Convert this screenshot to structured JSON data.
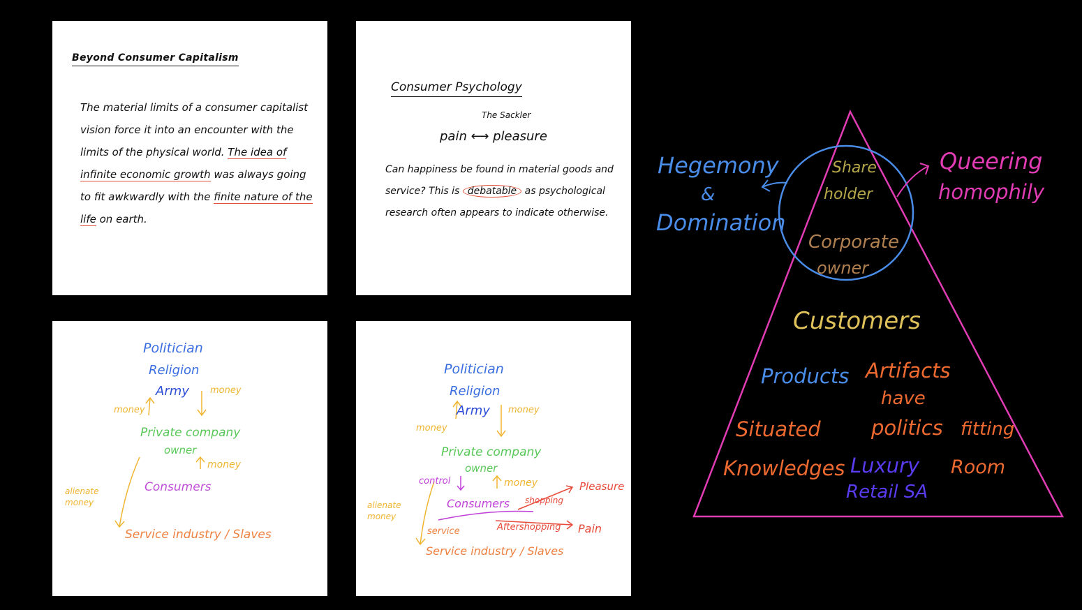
{
  "card1": {
    "title": "Beyond Consumer Capitalism",
    "body_plain_1": "The material limits of a consumer capitalist vision force it into an encounter with the limits of the physical world. ",
    "body_ul_1": "The idea of infinite economic growth",
    "body_plain_2": " was always going to fit awkwardly with the ",
    "body_ul_2": "finite nature of the life",
    "body_plain_3": " on earth."
  },
  "card2": {
    "title": "Consumer Psychology",
    "small": "The Sackler",
    "pain_pleasure": "pain ⟷ pleasure",
    "body_plain_1": "Can happiness be found in material goods and service? This is ",
    "body_circled": "debatable",
    "body_plain_2": " as psychological research often appears to indicate otherwise."
  },
  "card3": {
    "politician": "Politician",
    "religion": "Religion",
    "army": "Army",
    "money_left": "money",
    "money_right": "money",
    "private_company": "Private company",
    "owner": "owner",
    "money_mid": "money",
    "consumers": "Consumers",
    "alienate_money": "alienate money",
    "service": "Service industry / Slaves"
  },
  "card4": {
    "politician": "Politician",
    "religion": "Religion",
    "army": "Army",
    "money_left": "money",
    "money_right": "money",
    "private_company": "Private company",
    "owner": "owner",
    "control": "control",
    "money_mid": "money",
    "consumers": "Consumers",
    "shopping": "shopping",
    "pleasure": "Pleasure",
    "aftershopping": "Aftershopping",
    "pain": "Pain",
    "alienate_money": "alienate money",
    "service_small": "service",
    "service": "Service industry / Slaves"
  },
  "diagram": {
    "hegemony": "Hegemony",
    "amp": "&",
    "domination": "Domination",
    "queering": "Queering",
    "homophily": "homophily",
    "shareholder_1": "Share",
    "shareholder_2": "holder",
    "corporate": "Corporate",
    "owner": "owner",
    "customers": "Customers",
    "products": "Products",
    "artifacts": "Artifacts",
    "have": "have",
    "politics": "politics",
    "situated": "Situated",
    "knowledges": "Knowledges",
    "fitting": "fitting",
    "room": "Room",
    "luxury": "Luxury",
    "retail": "Retail SA",
    "colors": {
      "blue": "#4a8de8",
      "pink": "#e23cb4",
      "gold": "#e0c25a",
      "olive": "#b6a84a",
      "brown": "#b08050",
      "orange": "#ee6a30",
      "purple": "#5a3cf0"
    }
  }
}
